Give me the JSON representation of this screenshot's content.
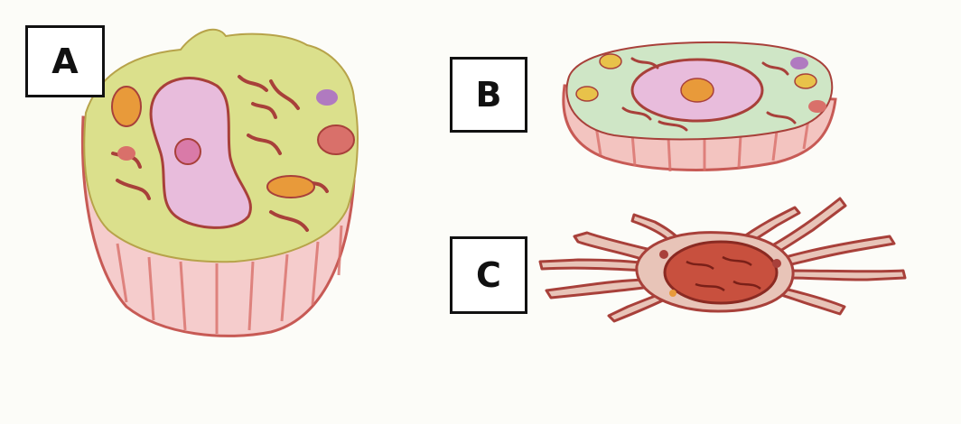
{
  "labels": {
    "a": "A",
    "b": "B",
    "c": "C"
  },
  "colors": {
    "background": "#fcfcf8",
    "cytoplasm": "#d8e088",
    "membrane_side": "#f3c8c8",
    "membrane_stripe": "#d9706a",
    "nucleus": "#e6b8dc",
    "organelle_dark": "#a8403a",
    "organelle_orange": "#e89a3a",
    "organelle_violet": "#b07ac0",
    "cell_b_top": "#cfe6c6",
    "cell_c_body": "#c8503e"
  },
  "figures": [
    {
      "id": "A",
      "shape": "cuboidal cell cut-away"
    },
    {
      "id": "B",
      "shape": "flattened oval cell cut-away"
    },
    {
      "id": "C",
      "shape": "branched stellate cell"
    }
  ]
}
